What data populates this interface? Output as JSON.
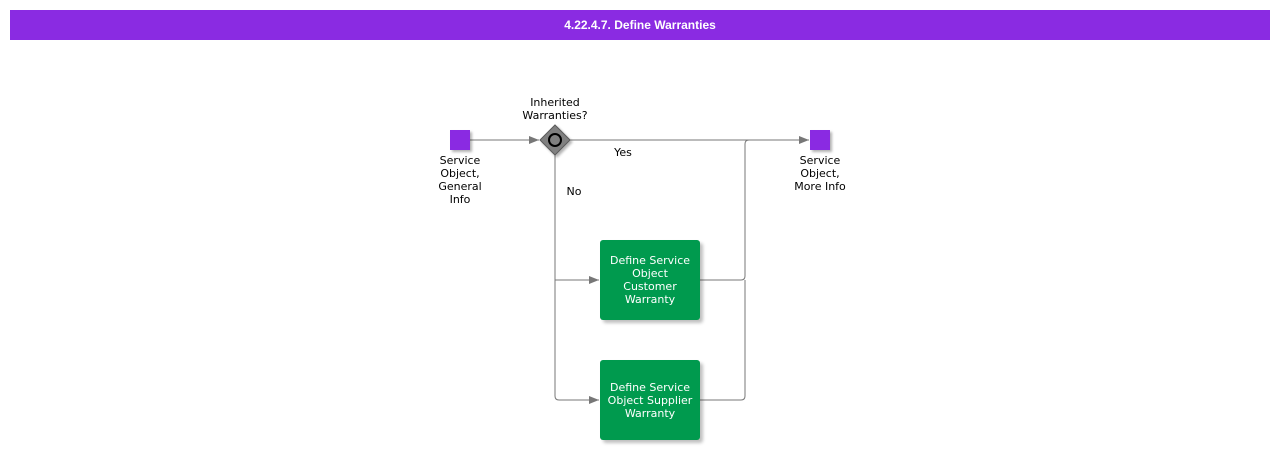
{
  "title": "4.22.4.7. Define Warranties",
  "colors": {
    "header": "#8a2be2",
    "event": "#8a2be2",
    "task": "#009a4e",
    "gateway": "#808080",
    "connector": "#777777"
  },
  "nodes": {
    "start": {
      "label": "Service\nObject,\nGeneral\nInfo"
    },
    "gateway": {
      "label": "Inherited\nWarranties?"
    },
    "end": {
      "label": "Service\nObject,\nMore Info"
    },
    "task_customer": {
      "label": "Define Service\nObject\nCustomer\nWarranty"
    },
    "task_supplier": {
      "label": "Define Service\nObject Supplier\nWarranty"
    }
  },
  "edges": {
    "yes_label": "Yes",
    "no_label": "No"
  }
}
